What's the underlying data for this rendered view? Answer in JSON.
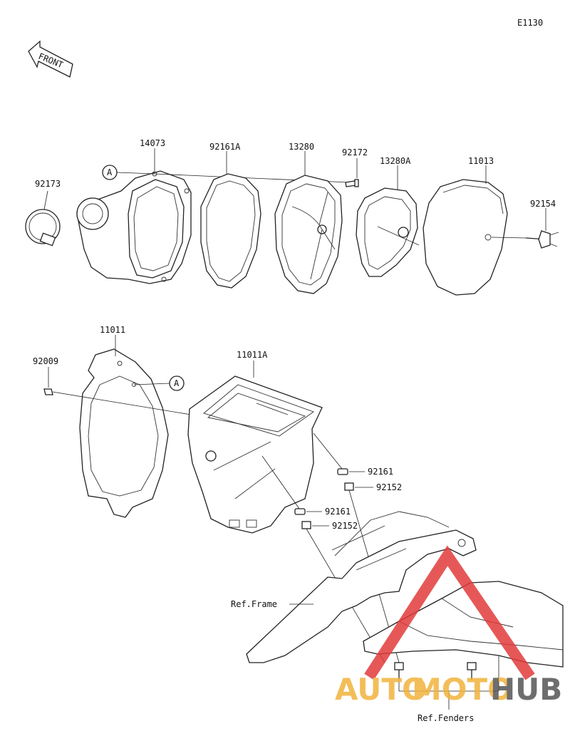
{
  "diagram_code": "E1130",
  "front_label": "FRONT",
  "ref_marker": "A",
  "parts": {
    "clamp": "92173",
    "housing": "14073",
    "gasket": "92161A",
    "cage": "13280",
    "screw_small": "92172",
    "holder": "13280A",
    "filter_element": "11013",
    "bolt_wing": "92154",
    "cover_plate": "11011",
    "screw": "92009",
    "air_box": "11011A",
    "damper_upper": "92161",
    "collar_upper": "92152",
    "damper_lower": "92161",
    "collar_lower": "92152"
  },
  "references": {
    "frame": "Ref.Frame",
    "fenders": "Ref.Fenders"
  },
  "watermark": {
    "auto": "AUTO",
    "moto": "MOTO",
    "hub": "HUB",
    "color_red": "#e23b3b",
    "color_orange": "#f2b33d",
    "color_gray": "#555555"
  }
}
